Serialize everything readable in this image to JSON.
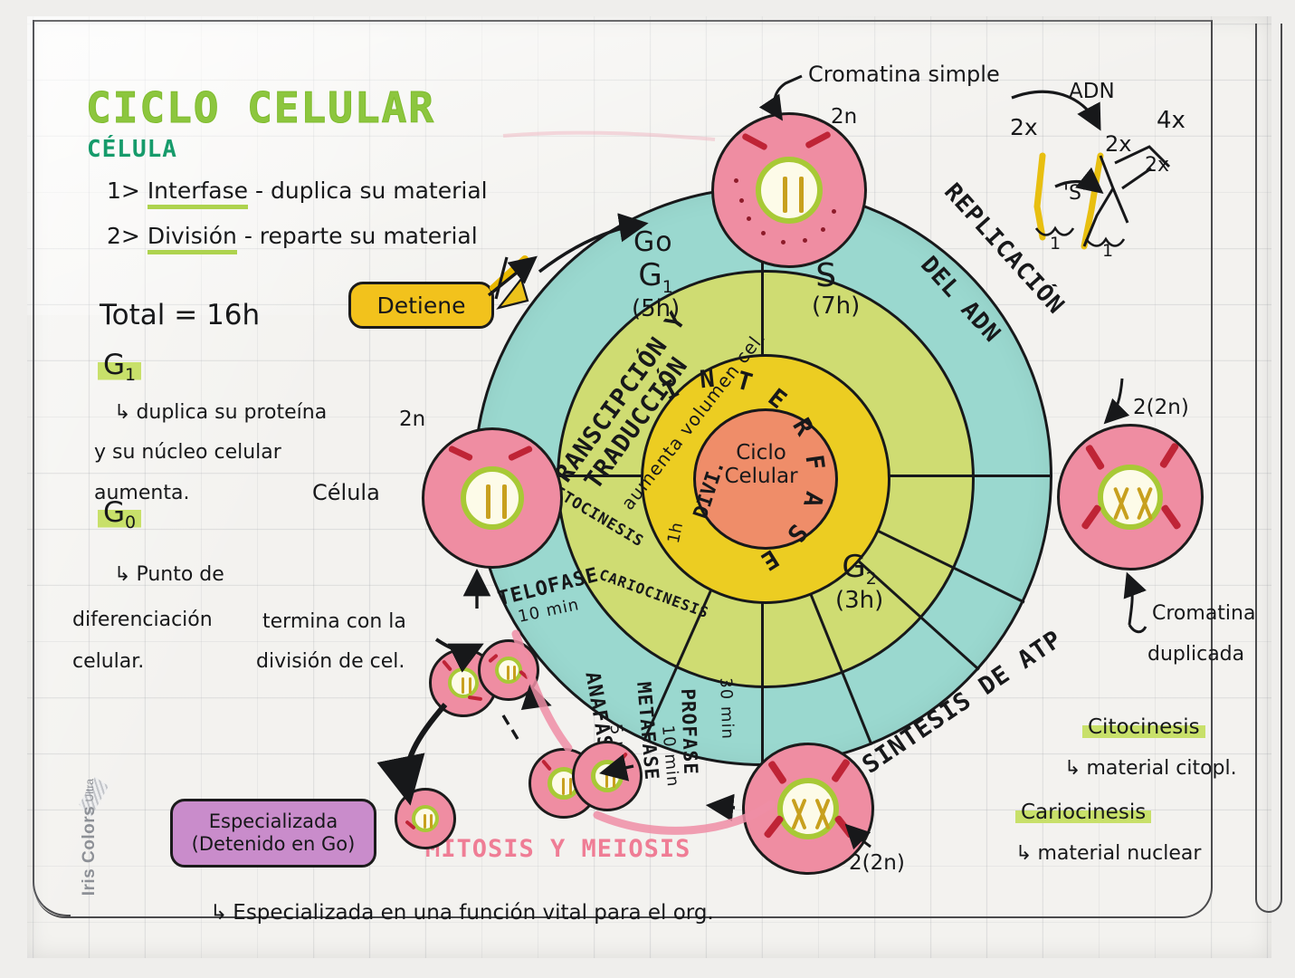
{
  "poster": {
    "title": "CICLO CELULAR",
    "subtitle": "CÉLULA",
    "list": [
      {
        "num": "1>",
        "term": "Interfase",
        "rest": "- duplica su material"
      },
      {
        "num": "2>",
        "term": "División",
        "rest": "- reparte su material"
      }
    ],
    "total": "Total = 16h",
    "g1_label": "G",
    "g1_sub": "1",
    "g1_note_1": "duplica su proteína",
    "g1_note_2": "y su núcleo celular",
    "g1_note_3": "aumenta.",
    "g0_label": "G",
    "g0_sub": "0",
    "g0_note_1": "Punto de",
    "g0_note_2": "diferenciación",
    "g0_note_3": "celular.",
    "detiene": "Detiene",
    "especializada_line1": "Especializada",
    "especializada_line2": "(Detenido en Go)",
    "especializada_note": "Especializada en una función vital para el org.",
    "termina_1": "termina con la",
    "termina_2": "división de cel.",
    "celula_label": "Célula",
    "mitosis_meiosis": "MITOSIS Y MEIOSIS"
  },
  "wheel": {
    "outer_arcs": [
      {
        "name": "transcripcion",
        "line1": "TRANSCIPCIÓN Y",
        "line2": "TRADUCCIÓN",
        "line3": "aumenta volumen cel."
      },
      {
        "name": "replicacion",
        "line1": "REPLICACIÓN",
        "line2": "DEL ADN"
      },
      {
        "name": "sintesis",
        "line1": "SINTESIS DE ATP"
      }
    ],
    "go_label": "Go",
    "phases": [
      {
        "name": "telofase",
        "label": "TELOFASE",
        "time": "10 min"
      },
      {
        "name": "anafase",
        "label": "ANAFASE",
        "time": "5 min"
      },
      {
        "name": "metafase",
        "label": "METAFASE",
        "time": "10 min"
      },
      {
        "name": "profase",
        "label": "PROFASE",
        "time": "30 min"
      }
    ],
    "sectors": [
      {
        "name": "g1",
        "label": "G",
        "sub": "1",
        "time": "(5h)"
      },
      {
        "name": "s",
        "label": "S",
        "sub": "",
        "time": "(7h)"
      },
      {
        "name": "g2",
        "label": "G",
        "sub": "2",
        "time": "(3h)"
      },
      {
        "name": "citocinesis",
        "label": "CITOCINESIS"
      },
      {
        "name": "cariocinesis",
        "label": "CARIOCINESIS"
      }
    ],
    "inner_ring": "INTERFASE",
    "inner_div": "DIVI.",
    "inner_div_time": "1h",
    "core_line1": "Ciclo",
    "core_line2": "Celular"
  },
  "callouts": {
    "cromatina_simple": "Cromatina simple",
    "top_2n": "2n",
    "left_2n": "2n",
    "right_2_2n": "2(2n)",
    "bottom_2_2n": "2(2n)",
    "cromatina_dup_1": "Cromatina",
    "cromatina_dup_2": "duplicada"
  },
  "dna_diagram": {
    "adn": "ADN",
    "left_2x": "2x",
    "mid_2x": "2x",
    "low_2x": "2x",
    "four_x": "4x",
    "s_label": "'S'",
    "brace_left": "1",
    "brace_right": "1"
  },
  "right_notes": [
    {
      "name": "citocinesis",
      "term": "Citocinesis",
      "detail": "material citopl."
    },
    {
      "name": "cariocinesis",
      "term": "Cariocinesis",
      "detail": "material nuclear"
    }
  ],
  "watermark": {
    "brand": "Iris Colors",
    "sub": "Ultra"
  },
  "colors": {
    "title_green": "#8cc63e",
    "sub_green": "#169b6b",
    "highlight": "#c8e06a",
    "teal_ring": "#9ad8cf",
    "olive_ring": "#cfdc72",
    "yellow_ring": "#eccd22",
    "coral_core": "#ef8d69",
    "cell_pink": "#ef8da2",
    "nucleus_green": "#a8c936",
    "purple_box": "#c98ccb",
    "yellow_box": "#f2c21c",
    "pink_text": "#ef7d95",
    "ink": "#17181a"
  }
}
